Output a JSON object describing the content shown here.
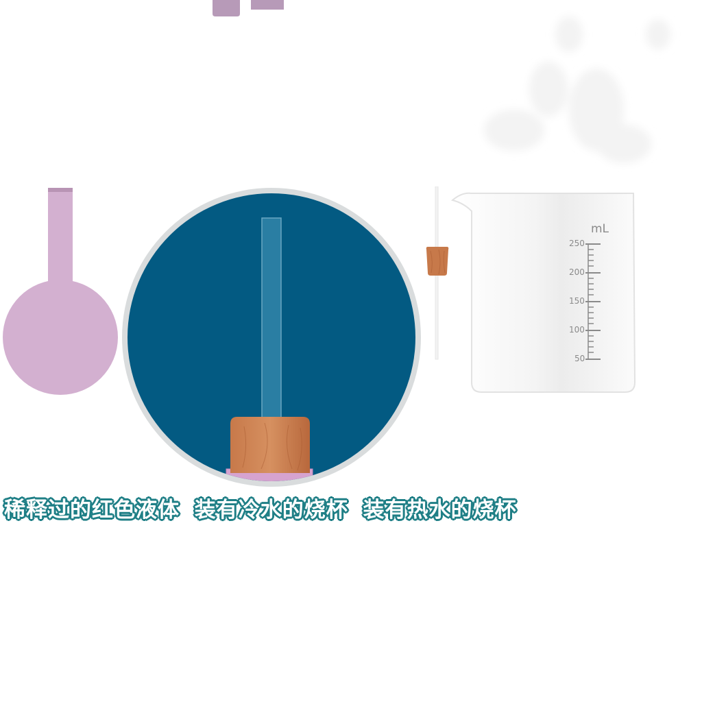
{
  "colors": {
    "liquid_purple": "#d3b0d0",
    "circle_blue": "#035a82",
    "circle_ring": "#d9dcdd",
    "cork": "#b86e43",
    "caption_outline": "#1f7f86",
    "beaker_scale": "#8a8a8a"
  },
  "beaker": {
    "unit": "mL",
    "scale_labels": [
      "250",
      "200",
      "150",
      "100",
      "50"
    ]
  },
  "captions": [
    "稀释过的红色液体",
    "装有冷水的烧杯",
    "装有热水的烧杯"
  ]
}
